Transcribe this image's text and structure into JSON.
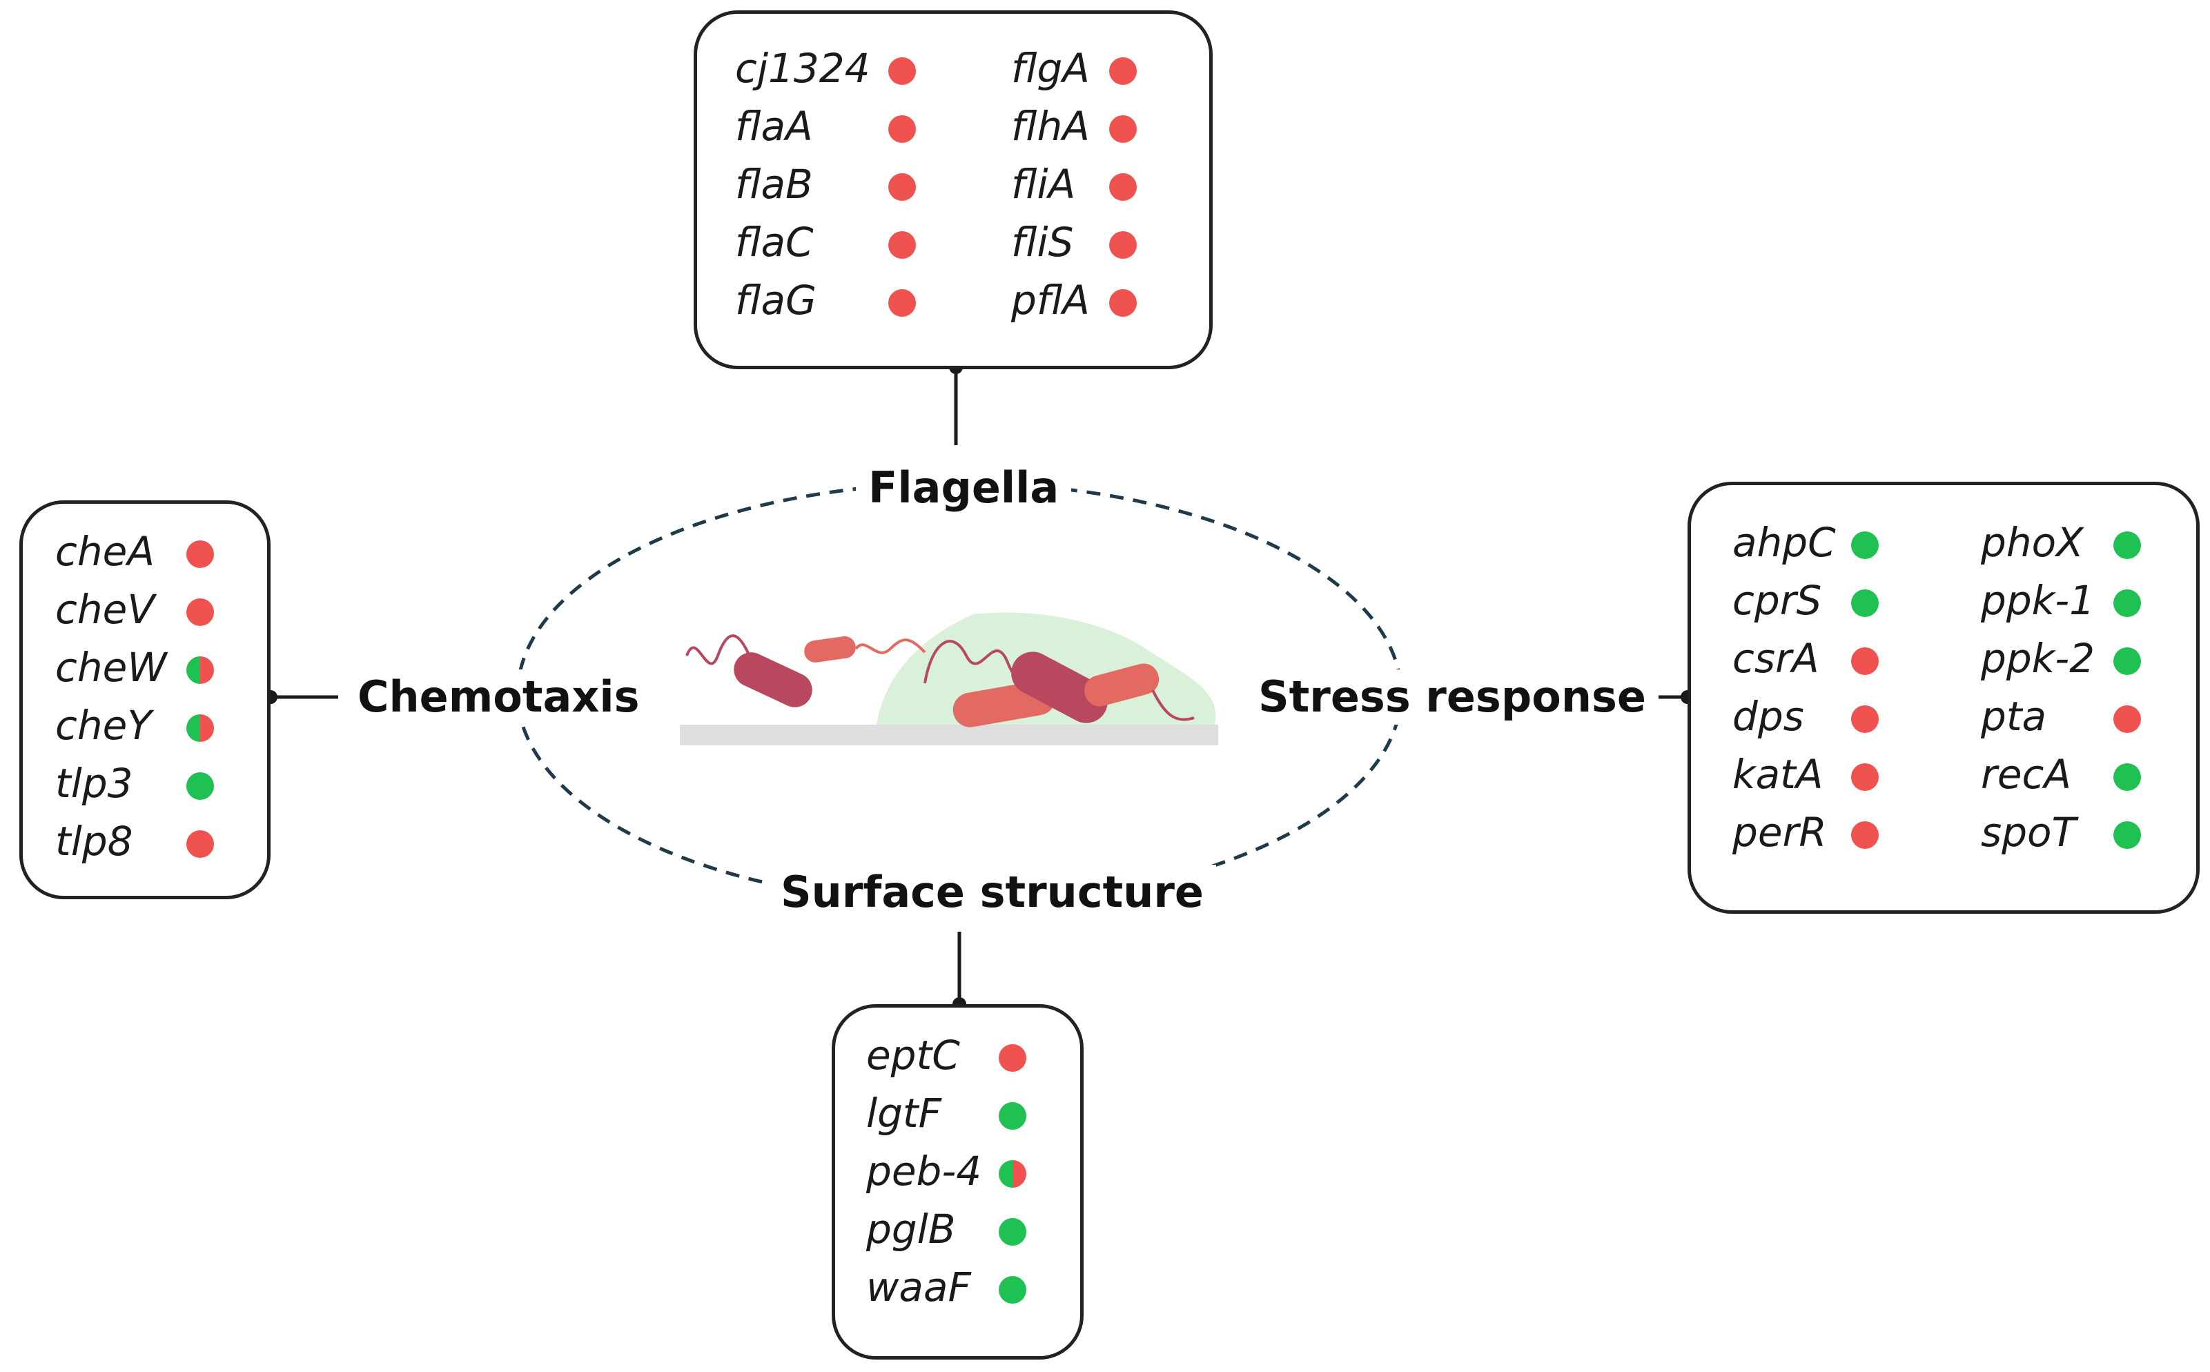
{
  "colors": {
    "down": "#f0524f",
    "up": "#1fc152",
    "line": "#1a1a1a",
    "ellipse": "#1f3a4a",
    "bacteria": "#b8485e",
    "bacteria_light": "#e26a62",
    "biofilm": "#cfeccf",
    "surface": "#dedede"
  },
  "categories": {
    "flagella": "Flagella",
    "chemotaxis": "Chemotaxis",
    "stress": "Stress response",
    "surface": "Surface structure"
  },
  "boxes": {
    "flagella": {
      "col1": [
        {
          "gene": "cj1324",
          "status": "down"
        },
        {
          "gene": "flaA",
          "status": "down"
        },
        {
          "gene": "flaB",
          "status": "down"
        },
        {
          "gene": "flaC",
          "status": "down"
        },
        {
          "gene": "flaG",
          "status": "down"
        }
      ],
      "col2": [
        {
          "gene": "flgA",
          "status": "down"
        },
        {
          "gene": "flhA",
          "status": "down"
        },
        {
          "gene": "fliA",
          "status": "down"
        },
        {
          "gene": "fliS",
          "status": "down"
        },
        {
          "gene": "pflA",
          "status": "down"
        }
      ]
    },
    "chemotaxis": {
      "col1": [
        {
          "gene": "cheA",
          "status": "down"
        },
        {
          "gene": "cheV",
          "status": "down"
        },
        {
          "gene": "cheW",
          "status": "mixed"
        },
        {
          "gene": "cheY",
          "status": "mixed"
        },
        {
          "gene": "tlp3",
          "status": "up"
        },
        {
          "gene": "tlp8",
          "status": "down"
        }
      ]
    },
    "stress": {
      "col1": [
        {
          "gene": "ahpC",
          "status": "up"
        },
        {
          "gene": "cprS",
          "status": "up"
        },
        {
          "gene": "csrA",
          "status": "down"
        },
        {
          "gene": "dps",
          "status": "down"
        },
        {
          "gene": "katA",
          "status": "down"
        },
        {
          "gene": "perR",
          "status": "down"
        }
      ],
      "col2": [
        {
          "gene": "phoX",
          "status": "up"
        },
        {
          "gene": "ppk-1",
          "status": "up"
        },
        {
          "gene": "ppk-2",
          "status": "up"
        },
        {
          "gene": "pta",
          "status": "down"
        },
        {
          "gene": "recA",
          "status": "up"
        },
        {
          "gene": "spoT",
          "status": "up"
        }
      ]
    },
    "surface": {
      "col1": [
        {
          "gene": "eptC",
          "status": "down"
        },
        {
          "gene": "lgtF",
          "status": "up"
        },
        {
          "gene": "peb-4",
          "status": "mixed"
        },
        {
          "gene": "pglB",
          "status": "up"
        },
        {
          "gene": "waaF",
          "status": "up"
        }
      ]
    }
  }
}
